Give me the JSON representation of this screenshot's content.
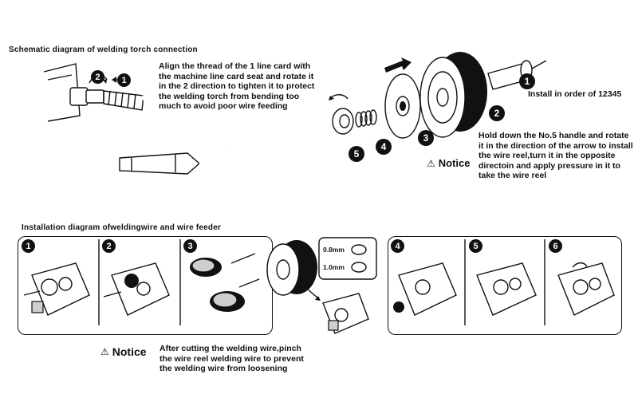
{
  "top": {
    "title": "Schematic diagram of welding torch connection",
    "align_text": "Align the thread of the 1 line card with\nthe machine line card seat and rotate it\nin the 2 direction to tighten it to protect\nthe welding torch from bending too\nmuch to avoid poor wire feeding",
    "install_order": "Install in order of 12345",
    "hold_text": "Hold down the No.5 handle and rotate\nit in the direction of the arrow to install\nthe wire reel,turn it in the opposite\ndirectoin and apply pressure in it to\ntake the wire reel",
    "notice_label": "Notice",
    "torch_steps": [
      "2",
      "1"
    ],
    "parts": [
      "1",
      "2",
      "3",
      "4",
      "5"
    ]
  },
  "bottom": {
    "title": "Installation diagram ofweldingwire and wire feeder",
    "steps": [
      "1",
      "2",
      "3",
      "4",
      "5",
      "6"
    ],
    "wire_sizes": [
      "0.8mm",
      "1.0mm"
    ],
    "notice_label": "Notice",
    "notice_text": "After cutting the welding wire,pinch\nthe wire reel welding wire to prevent\nthe welding wire from loosening"
  },
  "colors": {
    "ink": "#111111",
    "background": "#ffffff"
  }
}
